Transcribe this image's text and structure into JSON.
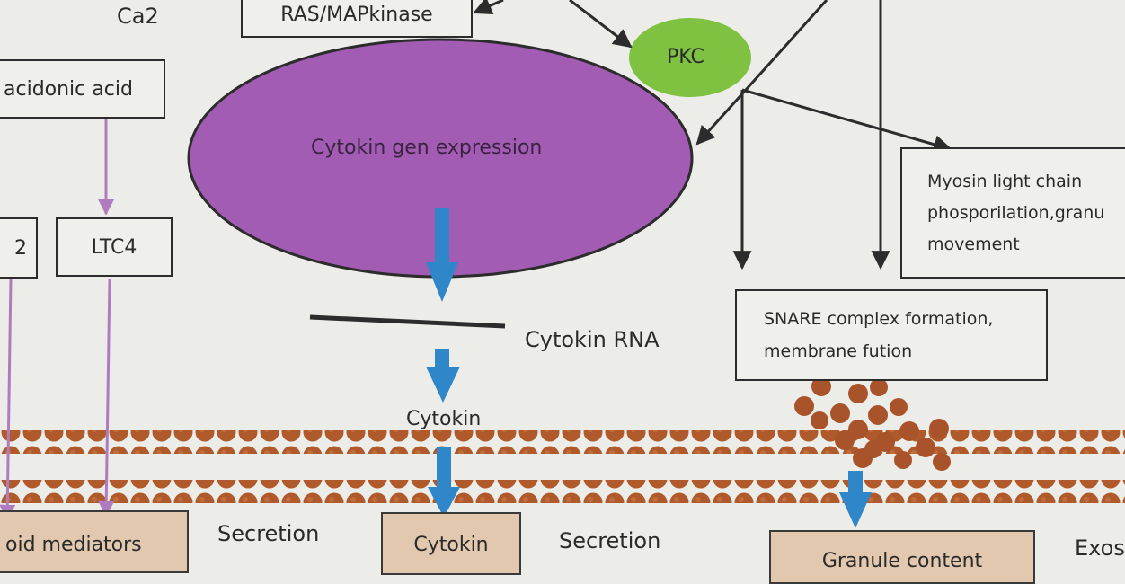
{
  "labels": {
    "ca2": "Ca2",
    "ras_mapkinase": "RAS/MAPkinase",
    "pkc": "PKC",
    "arachidonic_acid": "acidonic acid",
    "cytokin_gene_expression": "Cytokin gen expression",
    "left_partial_box": "2",
    "ltc4": "LTC4",
    "myosin_line1": "Myosin light chain",
    "myosin_line2": "phosporilation,granu",
    "myosin_line3": "movement",
    "cytokin_rna": "Cytokin RNA",
    "snare_line1": "SNARE complex formation,",
    "snare_line2": "membrane fution",
    "cytokin": "Cytokin",
    "secretion_left": "Secretion",
    "secretion_right": "Secretion",
    "lipid_mediators": "oid mediators",
    "cytokin_box": "Cytokin",
    "granule_content": "Granule content",
    "exocytosis": "Exos"
  },
  "colors": {
    "ellipse_fill": "#a35cb4",
    "pkc_fill": "#7fc241",
    "blue_arrow": "#2f86c8",
    "purple_arrow": "#b07cc0",
    "bead": "#b05a2c",
    "tan_box": "#e2c8ae"
  }
}
